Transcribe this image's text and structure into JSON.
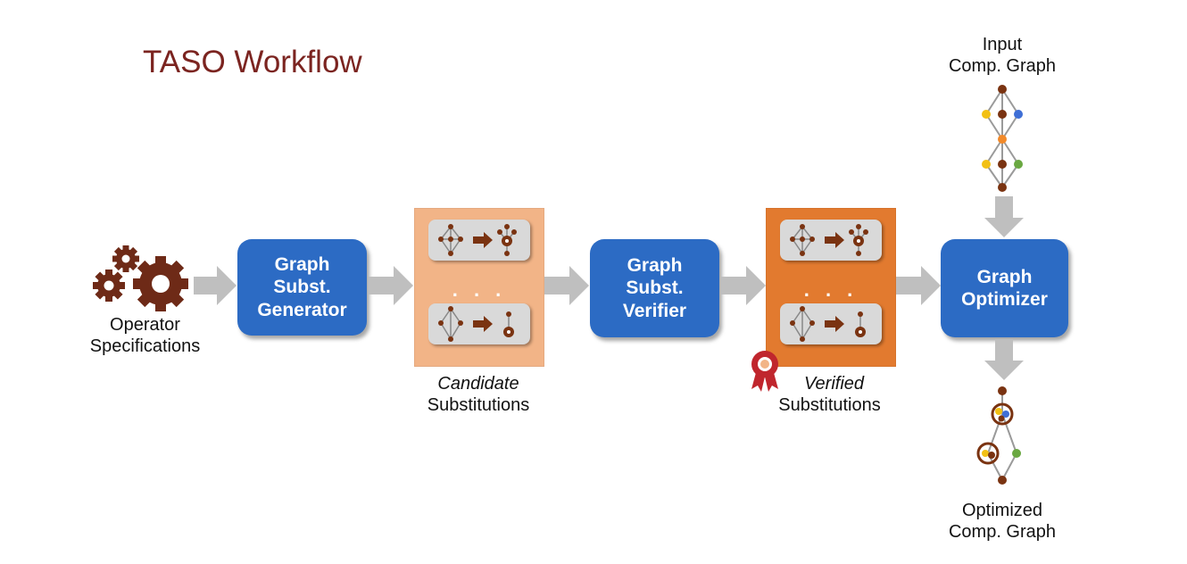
{
  "title": "TASO Workflow",
  "operator": {
    "line1": "Operator",
    "line2": "Specifications"
  },
  "generator": {
    "label": "Graph\nSubst.\nGenerator"
  },
  "candidate": {
    "dots": ". . .",
    "line1": "Candidate",
    "line2": "Substitutions"
  },
  "verifier": {
    "label": "Graph\nSubst.\nVerifier"
  },
  "verified": {
    "dots": ". . .",
    "line1": "Verified",
    "line2": "Substitutions"
  },
  "optimizer": {
    "label": "Graph\nOptimizer"
  },
  "input_graph": {
    "line1": "Input",
    "line2": "Comp. Graph"
  },
  "output_graph": {
    "line1": "Optimized",
    "line2": "Comp. Graph"
  },
  "colors": {
    "title": "#7b2420",
    "block": "#2c6bc4",
    "candidate_panel": "#f2b487",
    "verified_panel": "#e27a2f",
    "arrow": "#bfbfbf",
    "node_brown": "#7a3311",
    "node_yellow": "#f2c014",
    "node_blue": "#3f6fd6",
    "node_orange": "#f28a2a",
    "node_green": "#6aa842",
    "ribbon": "#c0262d"
  }
}
